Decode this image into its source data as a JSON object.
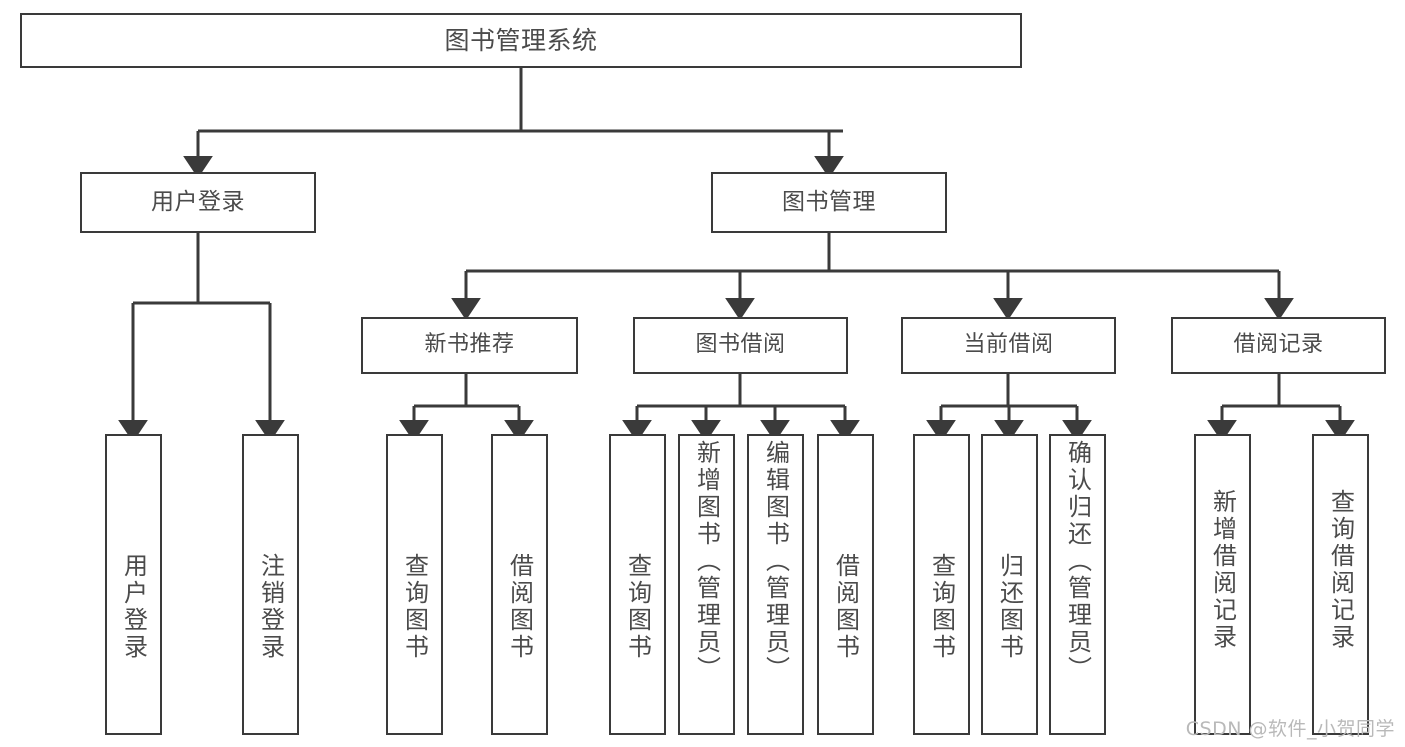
{
  "diagram": {
    "type": "tree-hierarchy",
    "title": "图书管理系统",
    "root": {
      "label": "图书管理系统"
    },
    "level2": [
      {
        "label": "用户登录"
      },
      {
        "label": "图书管理"
      }
    ],
    "level3": [
      {
        "label": "新书推荐"
      },
      {
        "label": "图书借阅"
      },
      {
        "label": "当前借阅"
      },
      {
        "label": "借阅记录"
      }
    ],
    "leaves": {
      "user_login": [
        {
          "label": "用户登录"
        },
        {
          "label": "注销登录"
        }
      ],
      "new_book": [
        {
          "label": "查询图书"
        },
        {
          "label": "借阅图书"
        }
      ],
      "book_borrow": [
        {
          "label": "查询图书"
        },
        {
          "label": "新增图书（管理员）"
        },
        {
          "label": "编辑图书（管理员）"
        },
        {
          "label": "借阅图书"
        }
      ],
      "current_borrow": [
        {
          "label": "查询图书"
        },
        {
          "label": "归还图书"
        },
        {
          "label": "确认归还（管理员）"
        }
      ],
      "borrow_record": [
        {
          "label": "新增借阅记录"
        },
        {
          "label": "查询借阅记录"
        }
      ]
    }
  },
  "watermark": {
    "text": "CSDN @软件_小贺同学"
  },
  "colors": {
    "box_border": "#3a3a3a",
    "text": "#4b4b4b",
    "background": "#ffffff",
    "watermark": "#b9b9b9"
  }
}
